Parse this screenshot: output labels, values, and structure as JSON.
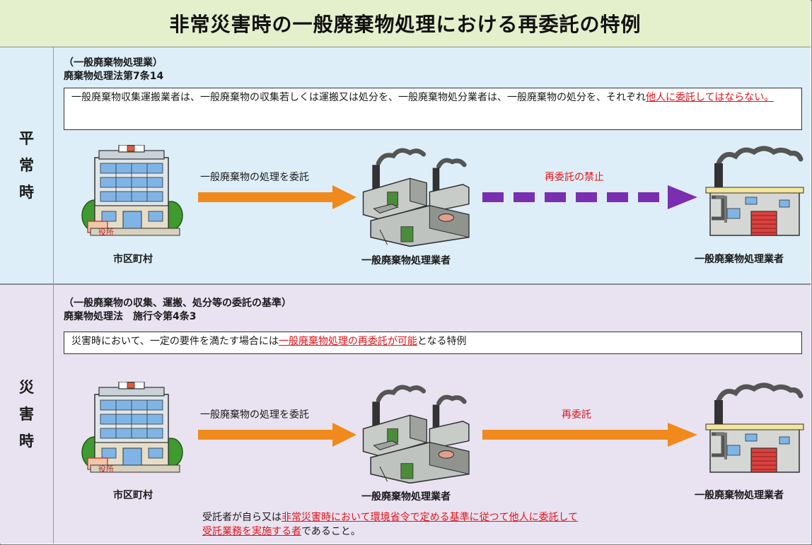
{
  "title": "非常災害時の一般廃棄物処理における再委託の特例",
  "normal": {
    "side": [
      "平",
      "常",
      "時"
    ],
    "law_line1": "（一般廃棄物処理業）",
    "law_line2": "廃棄物処理法第7条14",
    "rule_pre": "一般廃棄物収集運搬業者は、一般廃棄物の収集若しくは運搬又は処分を、一般廃棄物処分業者は、一般廃棄物の処分を、それぞれ",
    "rule_red": "他人に委託してはならない。",
    "arrow1_label": "一般廃棄物の処理を委託",
    "arrow2_label": "再委託の禁止",
    "node1": "市区町村",
    "node2": "一般廃棄物処理業者",
    "node3": "一般廃棄物処理業者",
    "office_sign": "役所"
  },
  "disaster": {
    "side": [
      "災",
      "害",
      "時"
    ],
    "law_line1": "（一般廃棄物の収集、運搬、処分等の委託の基準）",
    "law_line2": "廃棄物処理法　施行令第4条3",
    "rule_pre": "災害時において、一定の要件を満たす場合には",
    "rule_red": "一般廃棄物処理の再委託が可能",
    "rule_post": "となる特例",
    "arrow1_label": "一般廃棄物の処理を委託",
    "arrow2_label": "再委託",
    "node1": "市区町村",
    "node2": "一般廃棄物処理業者",
    "node3": "一般廃棄物処理業者",
    "office_sign": "役所",
    "note_pre": "受託者が自ら又は",
    "note_red1": "非常災害時において環境省令で定める基準に従つて他人に委託して",
    "note_red2": "受託業務を実施する者",
    "note_post": "であること。"
  },
  "colors": {
    "orange_arrow": "#f08a1c",
    "purple_dash": "#7a2fb0",
    "red_text": "#e0141a",
    "title_bg": "#e4efcc",
    "normal_bg": "#ddeef8",
    "disaster_bg": "#e9e2f1"
  }
}
